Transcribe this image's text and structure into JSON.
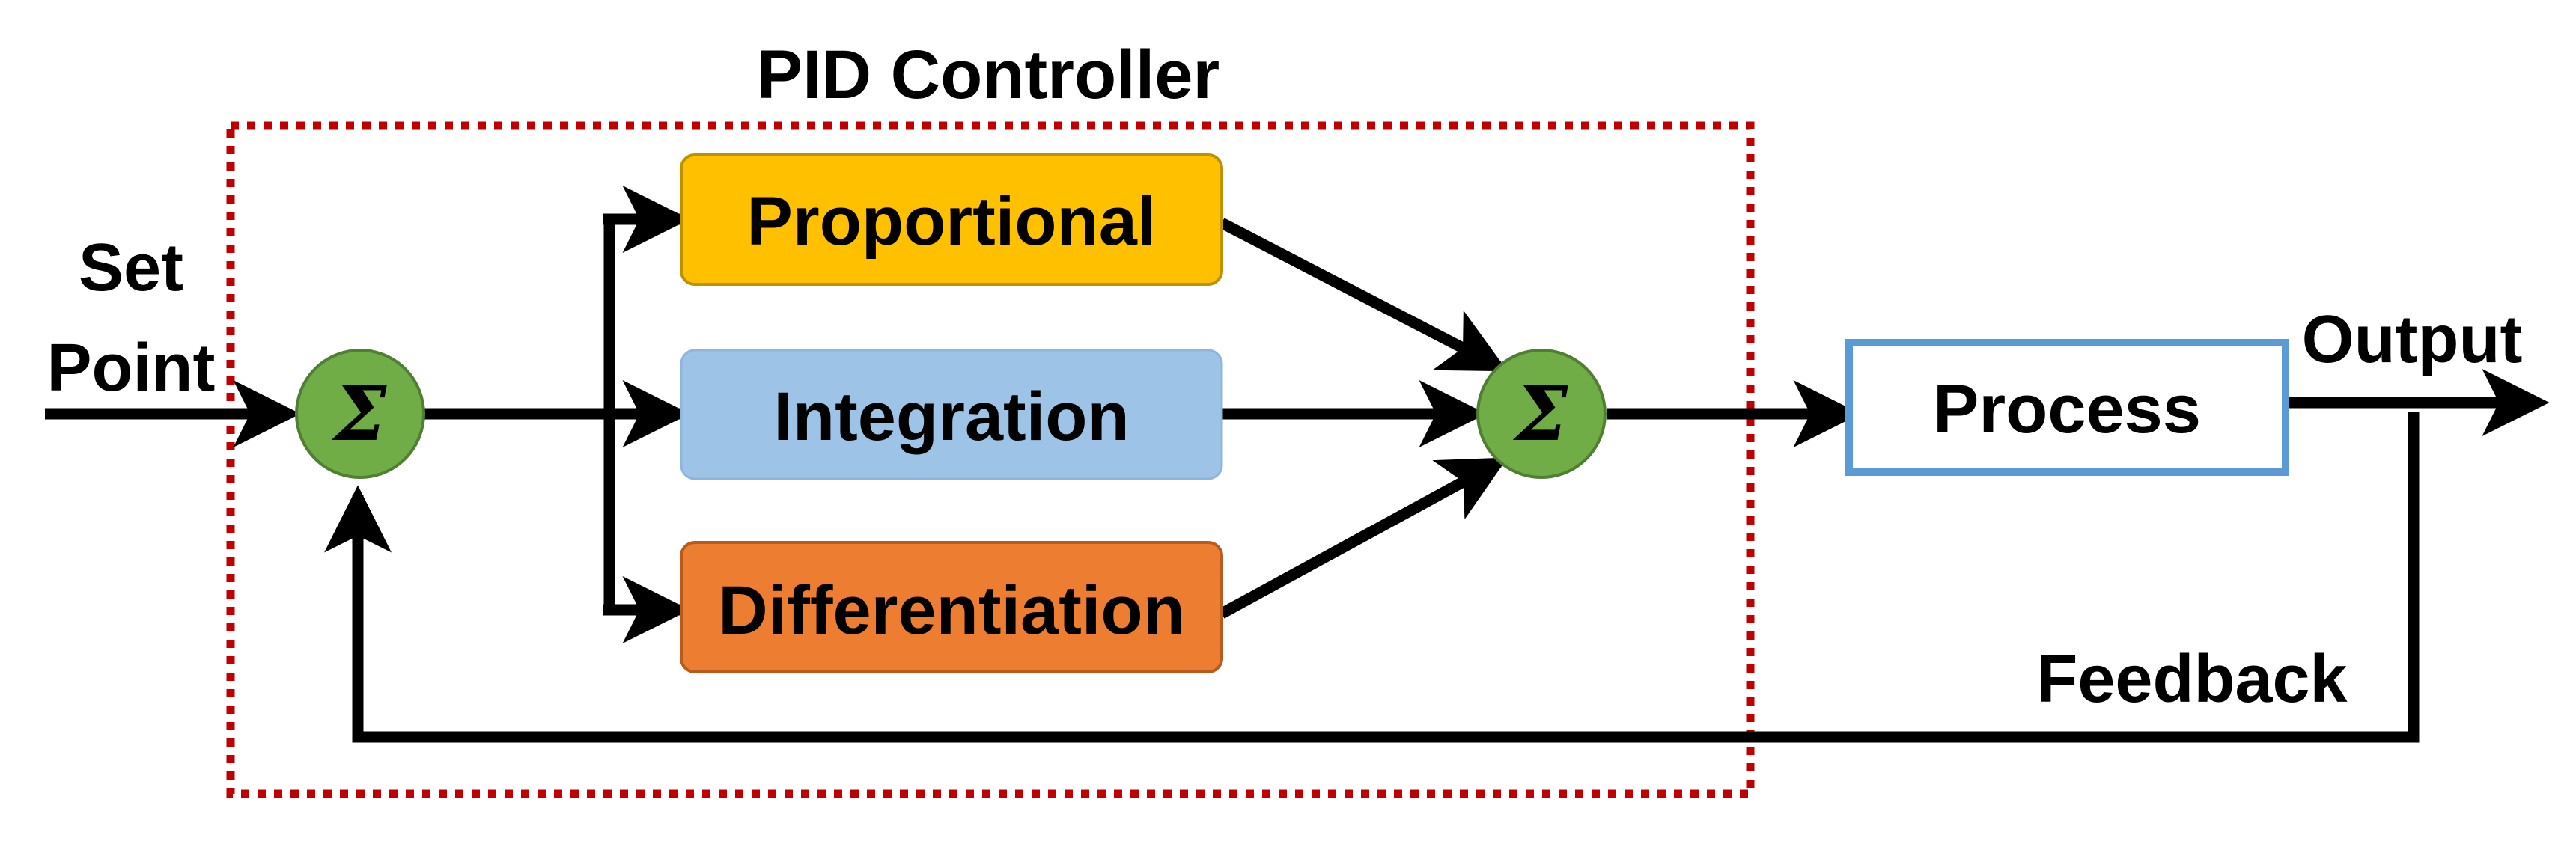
{
  "title": "PID Controller",
  "labels": {
    "set_point_line1": "Set",
    "set_point_line2": "Point",
    "output": "Output",
    "feedback": "Feedback"
  },
  "blocks": {
    "proportional": {
      "label": "Proportional",
      "fill": "#FFC000",
      "stroke": "#BF9000"
    },
    "integration": {
      "label": "Integration",
      "fill": "#9DC3E6",
      "stroke": "#8FB4DE"
    },
    "differentiation": {
      "label": "Differentiation",
      "fill": "#ED7D31",
      "stroke": "#B85B1C"
    },
    "process": {
      "label": "Process",
      "fill": "#FFFFFF",
      "stroke": "#5B9BD5"
    }
  },
  "summing_junctions": {
    "symbol": "Σ",
    "fill": "#70AD47",
    "stroke": "#507E32"
  },
  "controller_boundary_color": "#C00000"
}
